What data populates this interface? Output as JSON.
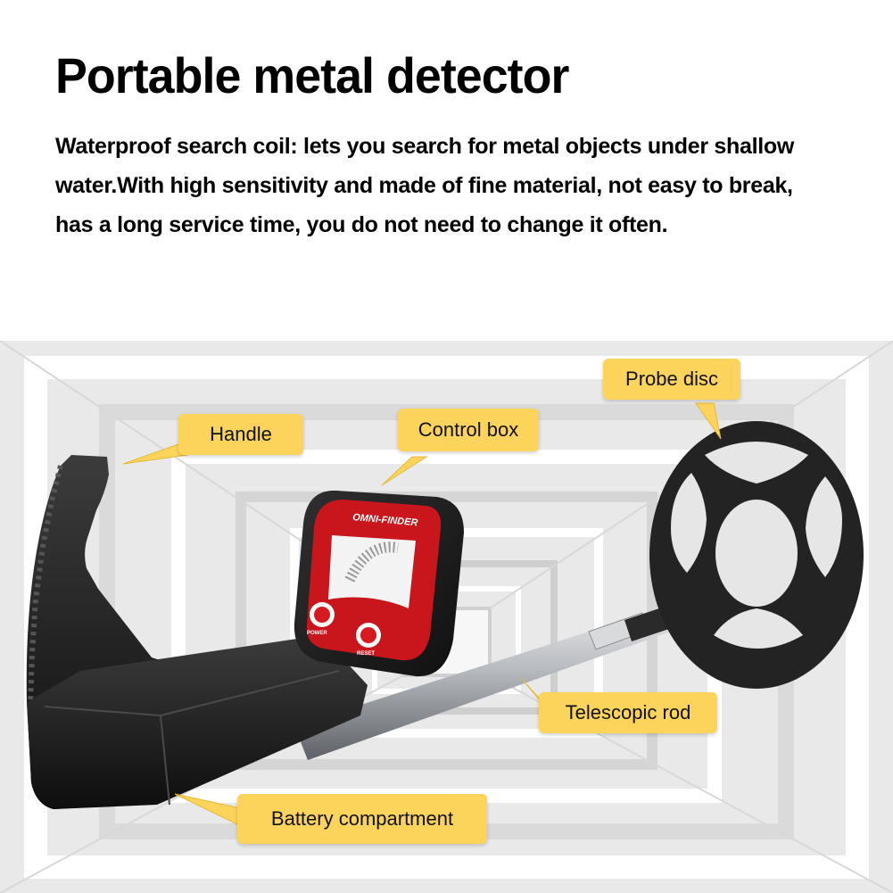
{
  "title": "Portable metal detector",
  "description": "Waterproof search coil: lets you search for metal objects under shallow water.With high sensitivity and made of fine material, not easy to break, has a long service time, you do not need to change it often.",
  "callouts": {
    "handle": "Handle",
    "control_box": "Control box",
    "probe_disc": "Probe disc",
    "telescopic_rod": "Telescopic rod",
    "battery": "Battery compartment"
  },
  "device": {
    "brand": "OMNI-FINDER",
    "power_label": "POWER",
    "reset_label": "RESET"
  },
  "colors": {
    "callout_fill": "#fcd45c",
    "body": "#1e1e1e",
    "control_accent": "#d61a1f"
  }
}
